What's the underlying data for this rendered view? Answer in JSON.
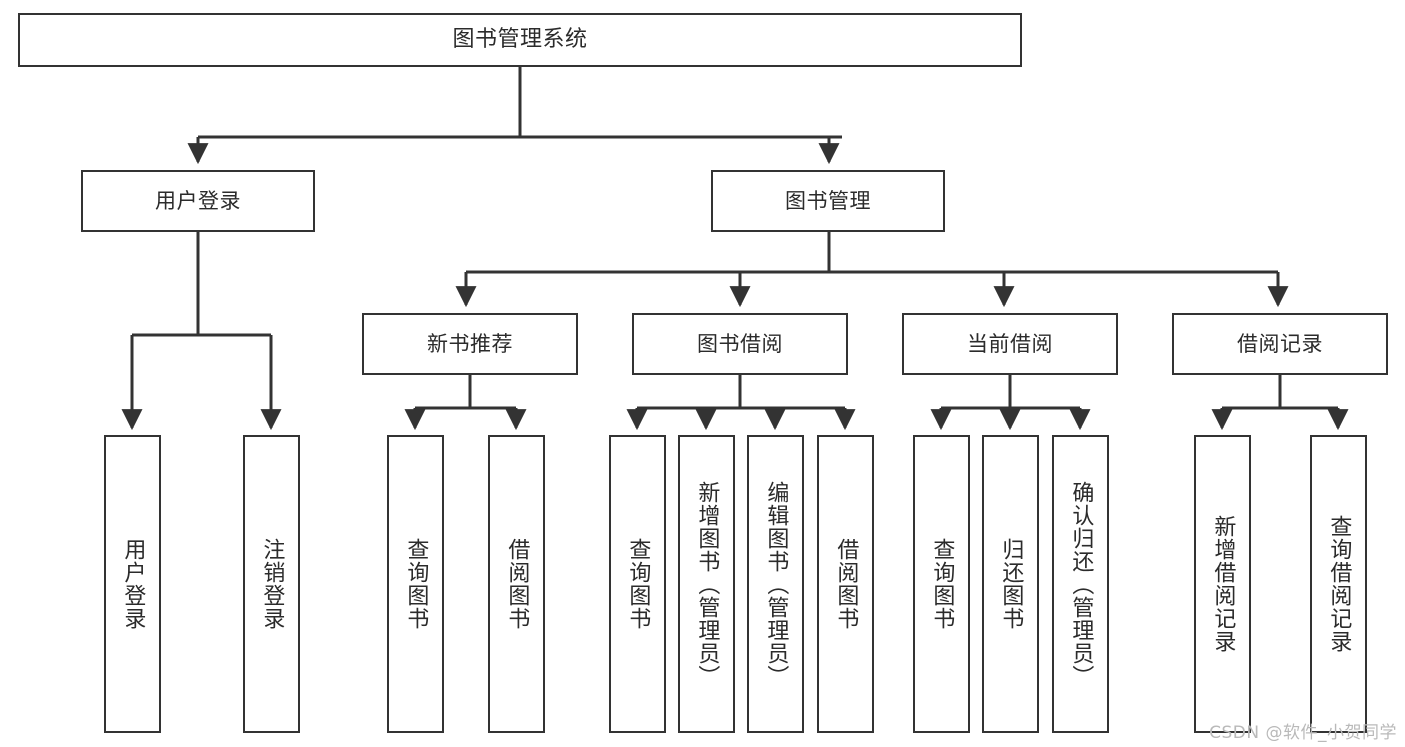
{
  "diagram": {
    "title": "图书管理系统",
    "type": "tree-hierarchy-chart",
    "orientation": "top-down",
    "colors": {
      "stroke": "#333333",
      "fill": "#ffffff",
      "text": "#2b2b2b",
      "watermark": "#b9b9b9"
    },
    "watermark": "CSDN @软件_小贺同学"
  },
  "nodes": {
    "root": {
      "label": "图书管理系统"
    },
    "level2": [
      {
        "id": "user-login",
        "label": "用户登录"
      },
      {
        "id": "book-manage",
        "label": "图书管理"
      }
    ],
    "level3": [
      {
        "id": "new-book-recommend",
        "label": "新书推荐"
      },
      {
        "id": "book-borrow",
        "label": "图书借阅"
      },
      {
        "id": "current-borrow",
        "label": "当前借阅"
      },
      {
        "id": "borrow-record",
        "label": "借阅记录"
      }
    ],
    "leaves": {
      "user_login": [
        {
          "id": "leaf-user-login",
          "label": "用户登录"
        },
        {
          "id": "leaf-logout",
          "label": "注销登录"
        }
      ],
      "new_book_recommend": [
        {
          "id": "leaf-query-book-1",
          "label": "查询图书"
        },
        {
          "id": "leaf-borrow-book-1",
          "label": "借阅图书"
        }
      ],
      "book_borrow": [
        {
          "id": "leaf-query-book-2",
          "label": "查询图书"
        },
        {
          "id": "leaf-add-book",
          "label": "新增图书（管理员）"
        },
        {
          "id": "leaf-edit-book",
          "label": "编辑图书（管理员）"
        },
        {
          "id": "leaf-borrow-book-2",
          "label": "借阅图书"
        }
      ],
      "current_borrow": [
        {
          "id": "leaf-query-book-3",
          "label": "查询图书"
        },
        {
          "id": "leaf-return-book",
          "label": "归还图书"
        },
        {
          "id": "leaf-confirm-return",
          "label": "确认归还（管理员）"
        }
      ],
      "borrow_record": [
        {
          "id": "leaf-add-record",
          "label": "新增借阅记录"
        },
        {
          "id": "leaf-query-record",
          "label": "查询借阅记录"
        }
      ]
    }
  },
  "edges": [
    {
      "from": "root",
      "to": "user-login"
    },
    {
      "from": "root",
      "to": "book-manage"
    },
    {
      "from": "user-login",
      "to": "leaf-user-login"
    },
    {
      "from": "user-login",
      "to": "leaf-logout"
    },
    {
      "from": "book-manage",
      "to": "new-book-recommend"
    },
    {
      "from": "book-manage",
      "to": "book-borrow"
    },
    {
      "from": "book-manage",
      "to": "current-borrow"
    },
    {
      "from": "book-manage",
      "to": "borrow-record"
    },
    {
      "from": "new-book-recommend",
      "to": "leaf-query-book-1"
    },
    {
      "from": "new-book-recommend",
      "to": "leaf-borrow-book-1"
    },
    {
      "from": "book-borrow",
      "to": "leaf-query-book-2"
    },
    {
      "from": "book-borrow",
      "to": "leaf-add-book"
    },
    {
      "from": "book-borrow",
      "to": "leaf-edit-book"
    },
    {
      "from": "book-borrow",
      "to": "leaf-borrow-book-2"
    },
    {
      "from": "current-borrow",
      "to": "leaf-query-book-3"
    },
    {
      "from": "current-borrow",
      "to": "leaf-return-book"
    },
    {
      "from": "current-borrow",
      "to": "leaf-confirm-return"
    },
    {
      "from": "borrow-record",
      "to": "leaf-add-record"
    },
    {
      "from": "borrow-record",
      "to": "leaf-query-record"
    }
  ]
}
